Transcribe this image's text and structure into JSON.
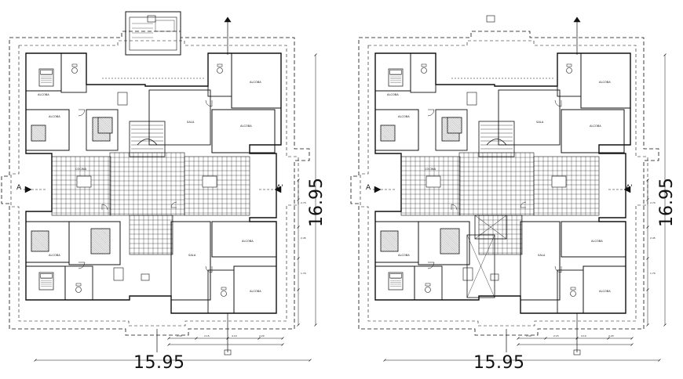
{
  "plans": [
    {
      "id": "left",
      "width_label": "15.95",
      "height_label": "16.95",
      "section_marks": [
        "A",
        "A'"
      ],
      "rooms": [
        "ALCOBA",
        "ALCOBA",
        "SALA",
        "COCINA",
        "ALCOBA",
        "ALCOBA",
        "ALCOBA",
        "SALA",
        "ALCOBA",
        "ALCOBA"
      ]
    },
    {
      "id": "right",
      "width_label": "15.95",
      "height_label": "16.95",
      "section_marks": [
        "A",
        "A'"
      ],
      "rooms": [
        "ALCOBA",
        "ALCOBA",
        "SALA",
        "COCINA",
        "ALCOBA",
        "ALCOBA",
        "ALCOBA",
        "SALA",
        "ALCOBA",
        "ALCOBA"
      ]
    }
  ],
  "colors": {
    "ink": "#111111",
    "background": "#ffffff"
  }
}
